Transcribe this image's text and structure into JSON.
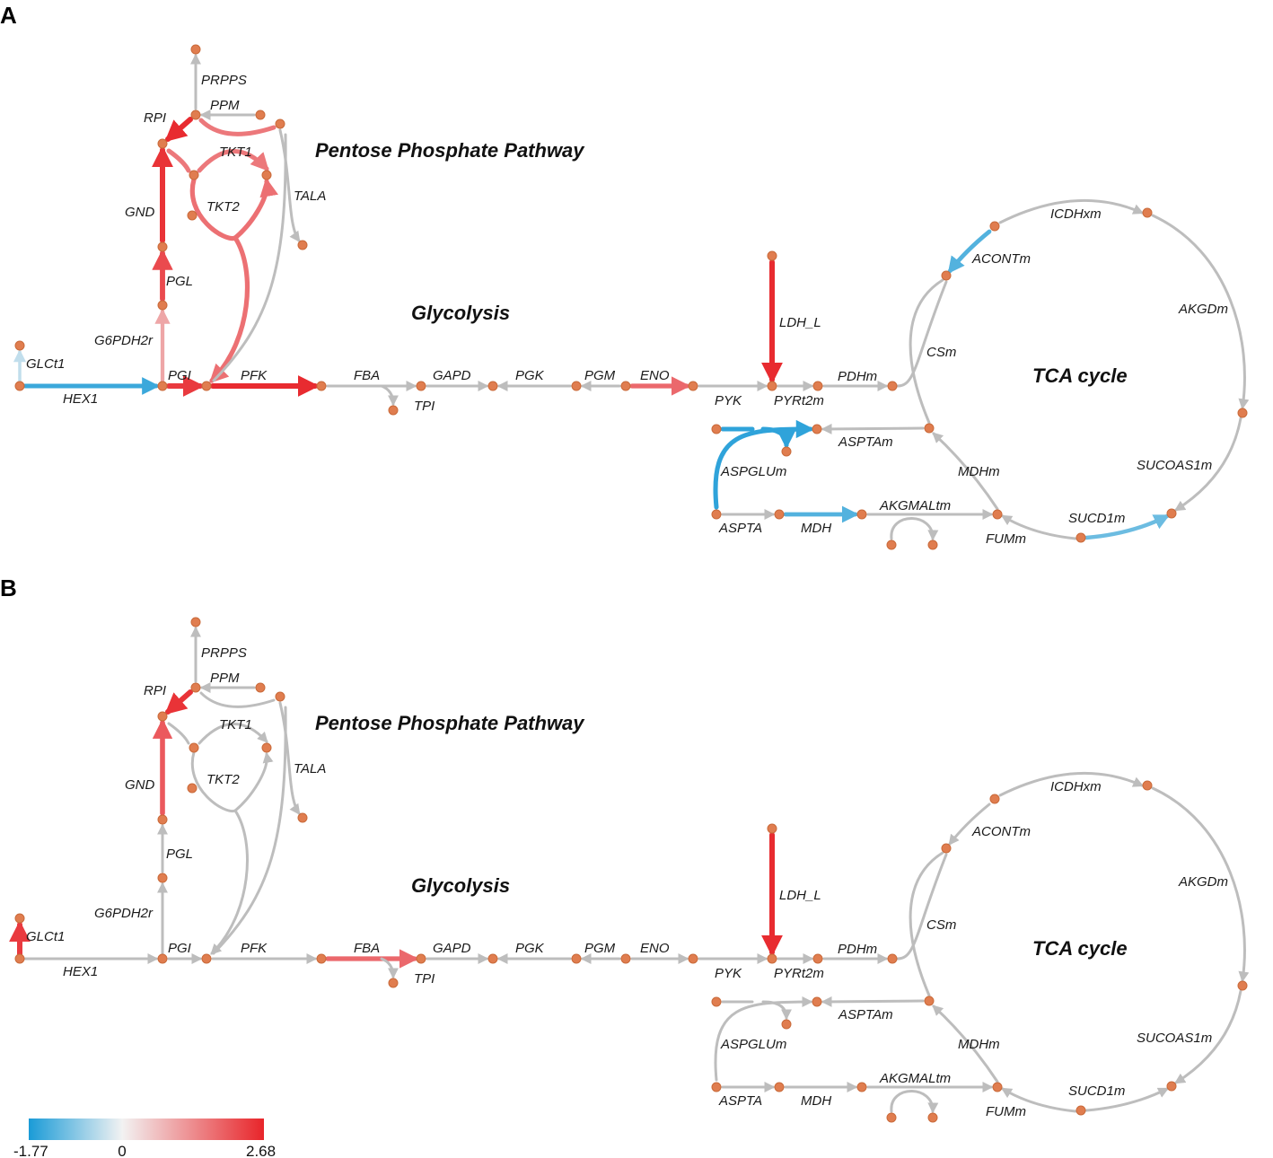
{
  "panels": [
    {
      "letter": "A",
      "regions": {
        "ppp": "Pentose Phosphate Pathway",
        "glycolysis": "Glycolysis",
        "tca": "TCA cycle"
      },
      "reactions": [
        {
          "id": "GLCt1",
          "value": -0.4
        },
        {
          "id": "HEX1",
          "value": -1.5
        },
        {
          "id": "G6PDH2r",
          "value": 1.0
        },
        {
          "id": "PGL",
          "value": 2.2
        },
        {
          "id": "GND",
          "value": 2.5
        },
        {
          "id": "RPI",
          "value": 2.6
        },
        {
          "id": "PRPPS",
          "value": null
        },
        {
          "id": "PPM",
          "value": null
        },
        {
          "id": "TKT1",
          "value": 1.6
        },
        {
          "id": "TKT2",
          "value": 1.7
        },
        {
          "id": "TALA",
          "value": null
        },
        {
          "id": "PGI",
          "value": 2.4
        },
        {
          "id": "PFK",
          "value": 2.6
        },
        {
          "id": "FBA",
          "value": null
        },
        {
          "id": "TPI",
          "value": null
        },
        {
          "id": "GAPD",
          "value": null
        },
        {
          "id": "PGK",
          "value": null
        },
        {
          "id": "PGM",
          "value": null
        },
        {
          "id": "ENO",
          "value": 1.8
        },
        {
          "id": "PYK",
          "value": null
        },
        {
          "id": "LDH_L",
          "value": 2.6
        },
        {
          "id": "PYRt2m",
          "value": null
        },
        {
          "id": "PDHm",
          "value": null
        },
        {
          "id": "CSm",
          "value": null
        },
        {
          "id": "ACONTm",
          "value": -1.3
        },
        {
          "id": "ICDHxm",
          "value": null
        },
        {
          "id": "AKGDm",
          "value": null
        },
        {
          "id": "SUCOAS1m",
          "value": null
        },
        {
          "id": "SUCD1m",
          "value": -1.1
        },
        {
          "id": "FUMm",
          "value": null
        },
        {
          "id": "MDHm",
          "value": null
        },
        {
          "id": "ASPTAm",
          "value": null
        },
        {
          "id": "ASPGLUm",
          "value": -1.6
        },
        {
          "id": "ASPTA",
          "value": null
        },
        {
          "id": "MDH",
          "value": -1.3
        },
        {
          "id": "AKGMALtm",
          "value": null
        }
      ]
    },
    {
      "letter": "B",
      "regions": {
        "ppp": "Pentose Phosphate Pathway",
        "glycolysis": "Glycolysis",
        "tca": "TCA cycle"
      },
      "reactions": [
        {
          "id": "GLCt1",
          "value": 2.4
        },
        {
          "id": "HEX1",
          "value": null
        },
        {
          "id": "G6PDH2r",
          "value": null
        },
        {
          "id": "PGL",
          "value": null
        },
        {
          "id": "GND",
          "value": 2.0
        },
        {
          "id": "RPI",
          "value": 2.5
        },
        {
          "id": "PRPPS",
          "value": null
        },
        {
          "id": "PPM",
          "value": null
        },
        {
          "id": "TKT1",
          "value": null
        },
        {
          "id": "TKT2",
          "value": null
        },
        {
          "id": "TALA",
          "value": null
        },
        {
          "id": "PGI",
          "value": null
        },
        {
          "id": "PFK",
          "value": null
        },
        {
          "id": "FBA",
          "value": 1.8
        },
        {
          "id": "TPI",
          "value": null
        },
        {
          "id": "GAPD",
          "value": null
        },
        {
          "id": "PGK",
          "value": null
        },
        {
          "id": "PGM",
          "value": null
        },
        {
          "id": "ENO",
          "value": null
        },
        {
          "id": "PYK",
          "value": null
        },
        {
          "id": "LDH_L",
          "value": 2.6
        },
        {
          "id": "PYRt2m",
          "value": null
        },
        {
          "id": "PDHm",
          "value": null
        },
        {
          "id": "CSm",
          "value": null
        },
        {
          "id": "ACONTm",
          "value": null
        },
        {
          "id": "ICDHxm",
          "value": null
        },
        {
          "id": "AKGDm",
          "value": null
        },
        {
          "id": "SUCOAS1m",
          "value": null
        },
        {
          "id": "SUCD1m",
          "value": null
        },
        {
          "id": "FUMm",
          "value": null
        },
        {
          "id": "MDHm",
          "value": null
        },
        {
          "id": "ASPTAm",
          "value": null
        },
        {
          "id": "ASPGLUm",
          "value": null
        },
        {
          "id": "ASPTA",
          "value": null
        },
        {
          "id": "MDH",
          "value": null
        },
        {
          "id": "AKGMALtm",
          "value": null
        }
      ]
    }
  ],
  "colorscale": {
    "min_label": "-1.77",
    "mid_label": "0",
    "max_label": "2.68",
    "min": -1.77,
    "max": 2.68,
    "neg_color": "#1a9bd7",
    "zero_color": "#f2f2f2",
    "pos_color": "#e8252a"
  },
  "colors": {
    "inactive_edge": "#bdbdbd",
    "node_fill": "#e07d4f"
  }
}
